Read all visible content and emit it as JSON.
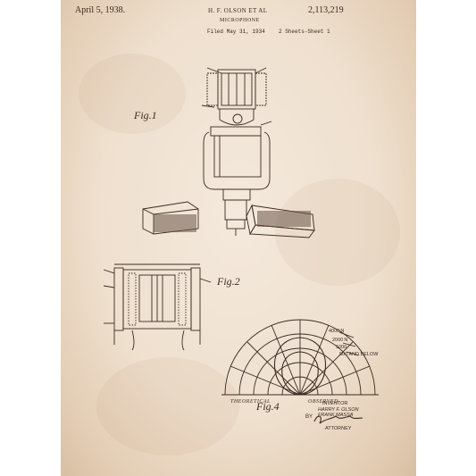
{
  "header": {
    "date": "April 5, 1938.",
    "inventors": "H. F. OLSON ET AL",
    "patent_number": "2,113,219",
    "title": "MICROPHONE",
    "filed": "Filed May 31, 1934",
    "sheets": "2 Sheets-Sheet 1"
  },
  "figures": {
    "fig1": "Fig.1",
    "fig2": "Fig.2",
    "fig4": "Fig.4"
  },
  "polar_chart": {
    "left_label": "THEORETICAL",
    "right_label": "OBSERVED",
    "frequency_labels": [
      "4000 N",
      "2000 N",
      "1000",
      "500 AND BELOW"
    ]
  },
  "signature_block": {
    "inventor_label": "INVENTOR",
    "inventor_name_1": "HARRY F. OLSON",
    "inventor_name_2": "FRANK MASSA",
    "by_label": "BY",
    "attorney_label": "ATTORNEY"
  },
  "colors": {
    "paper": "#efe0cf",
    "ink": "#3a2a22"
  }
}
